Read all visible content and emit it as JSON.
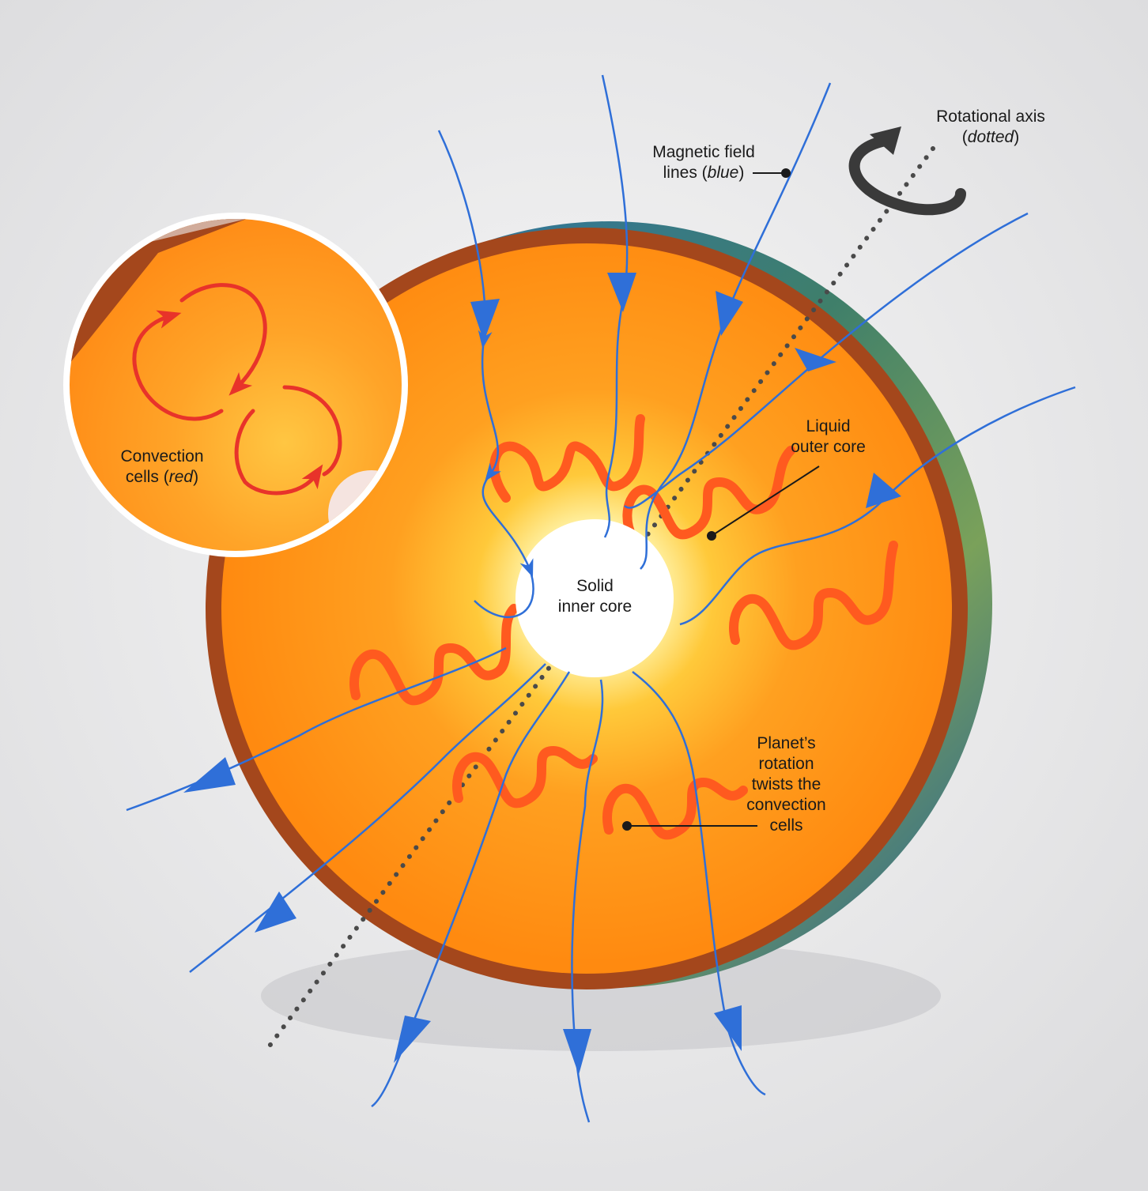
{
  "labels": {
    "rotational_axis": {
      "line1": "Rotational axis",
      "open": "(",
      "italic": "dotted",
      "close": ")"
    },
    "magnetic_field": {
      "line1": "Magnetic field",
      "prefix": "lines (",
      "italic": "blue",
      "close": ")"
    },
    "liquid_outer_core": {
      "line1": "Liquid",
      "line2": "outer core"
    },
    "solid_inner_core": {
      "line1": "Solid",
      "line2": "inner core"
    },
    "convection_cells": {
      "line1": "Convection",
      "prefix": "cells (",
      "italic": "red",
      "close": ")"
    },
    "planet_rotation": {
      "lines": [
        "Planet’s",
        "rotation",
        "twists the",
        "convection",
        "cells"
      ]
    }
  },
  "colors": {
    "background": "#e9e9ea",
    "outer_core": "#ff8a10",
    "crust": "#a4471c",
    "inner_core": "#ffffff",
    "field_lines": "#2f6fd8",
    "convection": "#e8332a",
    "ribbon": "#ff5a1f"
  },
  "icons": {
    "rotation_arrow": "circular-arrow-icon",
    "field_arrowheads": "arrowhead-icon"
  }
}
